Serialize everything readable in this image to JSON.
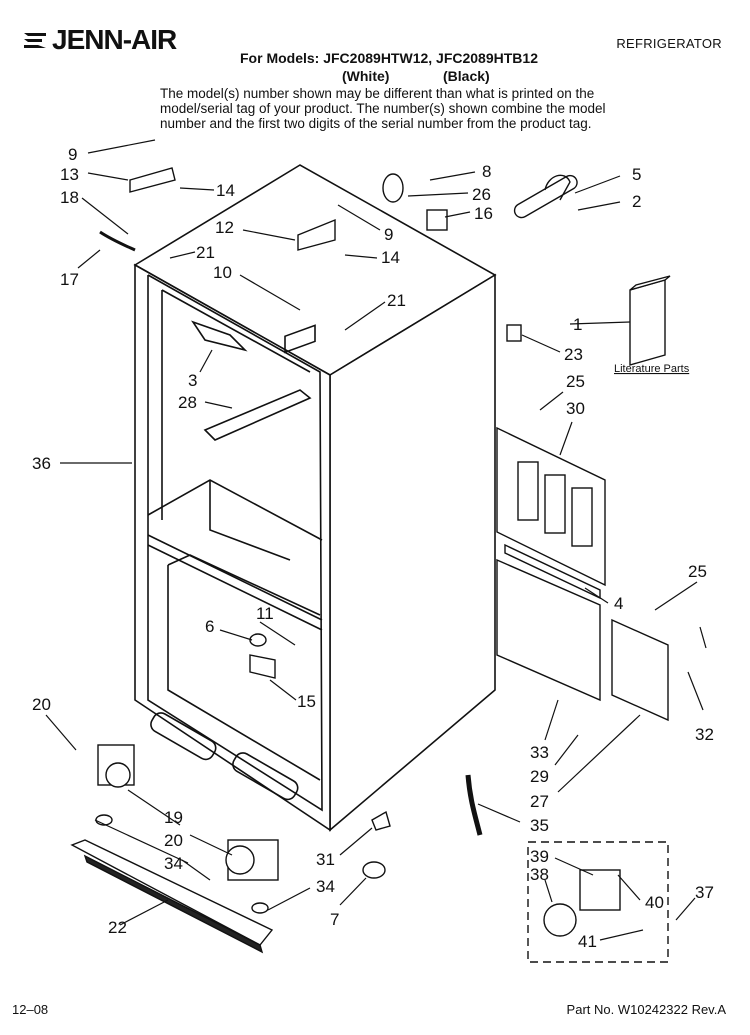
{
  "header": {
    "brand": "JENN-AIR",
    "category": "REFRIGERATOR",
    "title": "For Models: JFC2089HTW12, JFC2089HTB12",
    "color_white": "(White)",
    "color_black": "(Black)",
    "description": "The model(s) number shown may be different than what is printed on the model/serial tag of your product. The number(s) shown combine the model number and the first two digits of the serial number from the product tag."
  },
  "diagram": {
    "literature_label": "Literature Parts",
    "callouts": [
      "9",
      "13",
      "18",
      "17",
      "14",
      "21",
      "12",
      "10",
      "9",
      "14",
      "21",
      "8",
      "26",
      "16",
      "5",
      "2",
      "1",
      "23",
      "3",
      "28",
      "25",
      "30",
      "36",
      "25",
      "4",
      "11",
      "6",
      "15",
      "20",
      "19",
      "20",
      "34",
      "22",
      "31",
      "34",
      "7",
      "33",
      "29",
      "27",
      "32",
      "35",
      "39",
      "38",
      "40",
      "37",
      "41"
    ]
  },
  "footer": {
    "date_code": "12–08",
    "part_number": "Part No. W10242322 Rev.A"
  }
}
